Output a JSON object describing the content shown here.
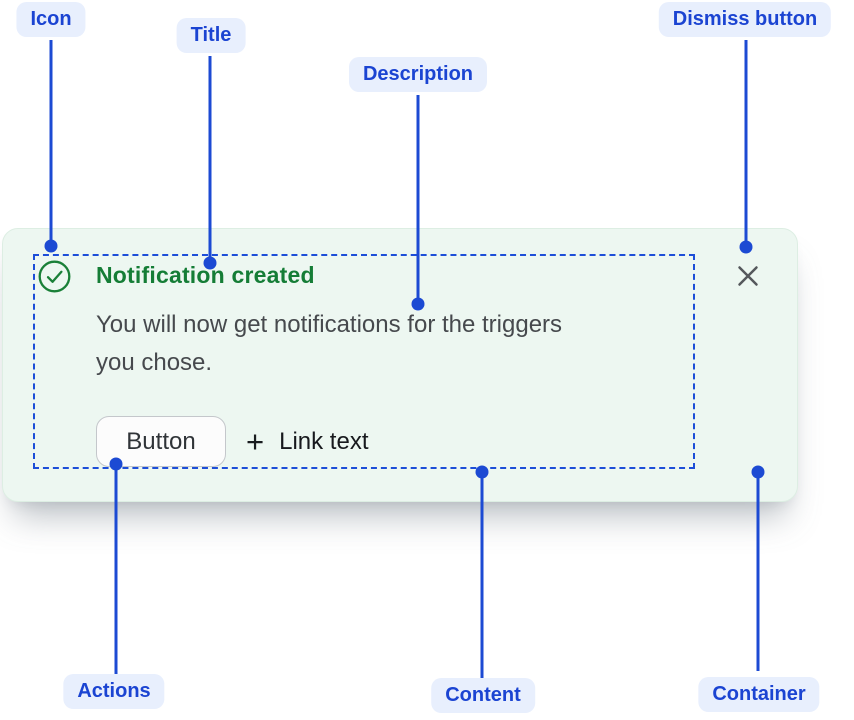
{
  "annotations": {
    "icon": {
      "label": "Icon"
    },
    "title": {
      "label": "Title"
    },
    "description": {
      "label": "Description"
    },
    "dismiss": {
      "label": "Dismiss button"
    },
    "actions": {
      "label": "Actions"
    },
    "content": {
      "label": "Content"
    },
    "container": {
      "label": "Container"
    }
  },
  "toast": {
    "title": "Notification created",
    "description_lines": [
      "You will now get notifications for the triggers",
      "you chose."
    ],
    "button_label": "Button",
    "link_plus": "+",
    "link_label": "Link text"
  },
  "icons": {
    "status": "success-check-icon",
    "dismiss": "close-icon",
    "link_prefix": "plus-icon"
  },
  "colors": {
    "callout_blue": "#1c4ad3",
    "callout_label_bg": "#e8effd",
    "success_green": "#157d36",
    "icon_green": "#1a8038",
    "toast_bg": "#edf7f1",
    "description_text": "#46494d",
    "outline_blue": "#1d4ed8"
  }
}
